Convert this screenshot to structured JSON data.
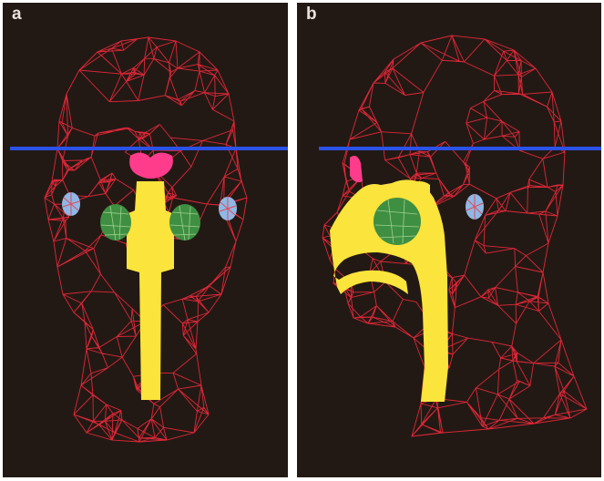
{
  "panels": [
    {
      "label": "a",
      "view": "front"
    },
    {
      "label": "b",
      "view": "side"
    }
  ],
  "colors": {
    "background": "#231914",
    "wireframe": "#e8283a",
    "airway": "#fbe43c",
    "sinus": "#3f8f43",
    "sinus_mesh": "#9fd18c",
    "sella": "#ff3c8c",
    "ear": "#8fb8e6",
    "ear_mesh": "#e24a5a",
    "reference_line": "#2b52e8",
    "label": "#e9e2dc"
  },
  "icons": [
    "head-wireframe-front",
    "head-wireframe-side",
    "reference-plane-line"
  ]
}
